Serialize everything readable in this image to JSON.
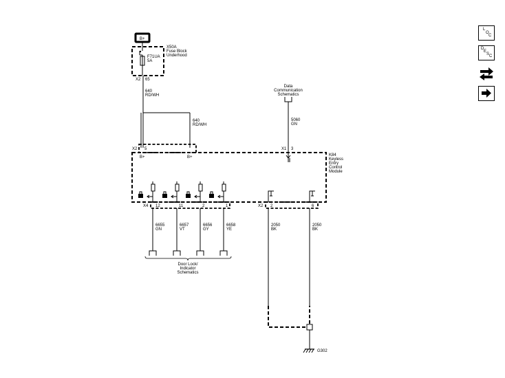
{
  "fuse_block": {
    "battery_label": "B+",
    "name": [
      "X50A",
      "Fuse Block",
      "Underhood"
    ],
    "fuse": [
      "F71UA",
      "5A"
    ],
    "connector": "X2",
    "pin": "65"
  },
  "wires": {
    "feed_1": [
      "640",
      "RD/WH"
    ],
    "feed_2": [
      "640",
      "RD/WH"
    ],
    "data": [
      "5060",
      "GN"
    ],
    "lock_1": [
      "6655",
      "GN"
    ],
    "lock_2": [
      "6657",
      "VT"
    ],
    "lock_3": [
      "6656",
      "GY"
    ],
    "lock_4": [
      "6658",
      "YE"
    ],
    "ground_1": [
      "2050",
      "BK"
    ],
    "ground_2": [
      "2050",
      "BK"
    ]
  },
  "data_comm": [
    "Data",
    "Communication",
    "Schematics"
  ],
  "module": {
    "name": [
      "K84",
      "Keyless",
      "Entry",
      "Control",
      "Module"
    ],
    "x2_top": {
      "connector": "X2",
      "pin": "5",
      "label_left": "B+",
      "label_right": "B+"
    },
    "x1_top": {
      "connector": "X1",
      "pin": "3"
    },
    "x4": {
      "connector": "X4",
      "pins": [
        "12",
        "11",
        "2",
        "1"
      ]
    },
    "x2_bottom": {
      "connector": "X2",
      "pins": [
        "2",
        "6"
      ]
    }
  },
  "door_lock_ref": [
    "Door Lock/",
    "Indicator",
    "Schematics"
  ],
  "ground": "G302",
  "nav": {
    "loc": [
      "L",
      "O",
      "C"
    ],
    "desc": [
      "D",
      "E",
      "S",
      "C"
    ]
  }
}
